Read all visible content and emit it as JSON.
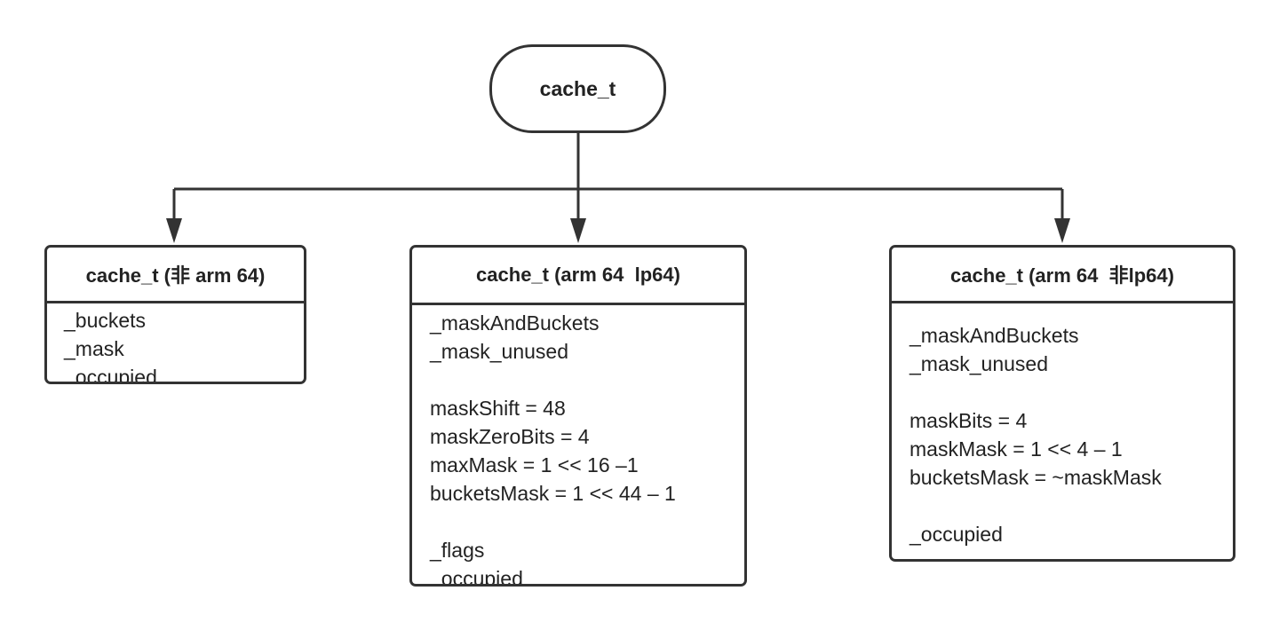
{
  "root": {
    "label": "cache_t"
  },
  "nodes": [
    {
      "title": "cache_t (非 arm 64)",
      "fields": [
        "_buckets",
        "_mask",
        "_occupied"
      ]
    },
    {
      "title": "cache_t (arm 64  lp64)",
      "fields": [
        "_maskAndBuckets",
        "_mask_unused",
        "",
        "maskShift = 48",
        "maskZeroBits = 4",
        "maxMask = 1 << 16 –1",
        "bucketsMask = 1 << 44 – 1",
        "",
        "_flags",
        "_occupied"
      ]
    },
    {
      "title": "cache_t (arm 64  非lp64)",
      "fields": [
        "_maskAndBuckets",
        "_mask_unused",
        "",
        "maskBits = 4",
        "maskMask = 1 << 4 – 1",
        "bucketsMask = ~maskMask",
        "",
        "_occupied"
      ]
    }
  ]
}
